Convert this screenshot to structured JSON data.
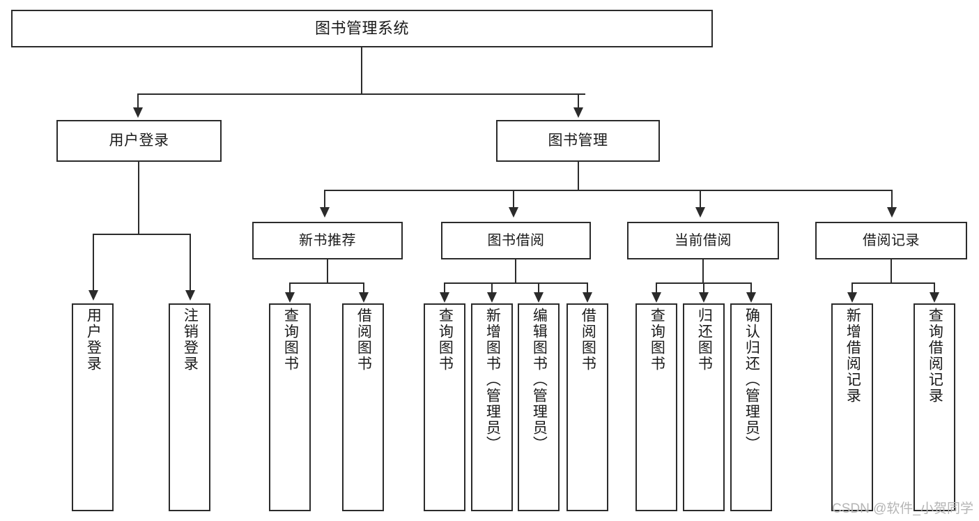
{
  "diagram": {
    "title": "图书管理系统",
    "type": "hierarchy-tree",
    "root": {
      "label": "图书管理系统"
    },
    "level2": [
      {
        "label": "用户登录"
      },
      {
        "label": "图书管理"
      }
    ],
    "level3": [
      {
        "label": "新书推荐"
      },
      {
        "label": "图书借阅"
      },
      {
        "label": "当前借阅"
      },
      {
        "label": "借阅记录"
      }
    ],
    "leaves": {
      "user_login": [
        {
          "label": "用户登录"
        },
        {
          "label": "注销登录"
        }
      ],
      "new_book_recommend": [
        {
          "label": "查询图书"
        },
        {
          "label": "借阅图书"
        }
      ],
      "book_borrow": [
        {
          "label": "查询图书"
        },
        {
          "label": "新增图书（管理员）"
        },
        {
          "label": "编辑图书（管理员）"
        },
        {
          "label": "借阅图书"
        }
      ],
      "current_borrow": [
        {
          "label": "查询图书"
        },
        {
          "label": "归还图书"
        },
        {
          "label": "确认归还（管理员）"
        }
      ],
      "borrow_record": [
        {
          "label": "新增借阅记录"
        },
        {
          "label": "查询借阅记录"
        }
      ]
    }
  },
  "watermark": {
    "text": "CSDN @软件_小贺同学"
  },
  "colors": {
    "stroke": "#2b2b2b",
    "background": "#ffffff",
    "text": "#1a1a1a",
    "watermark": "#b5b5b5"
  }
}
